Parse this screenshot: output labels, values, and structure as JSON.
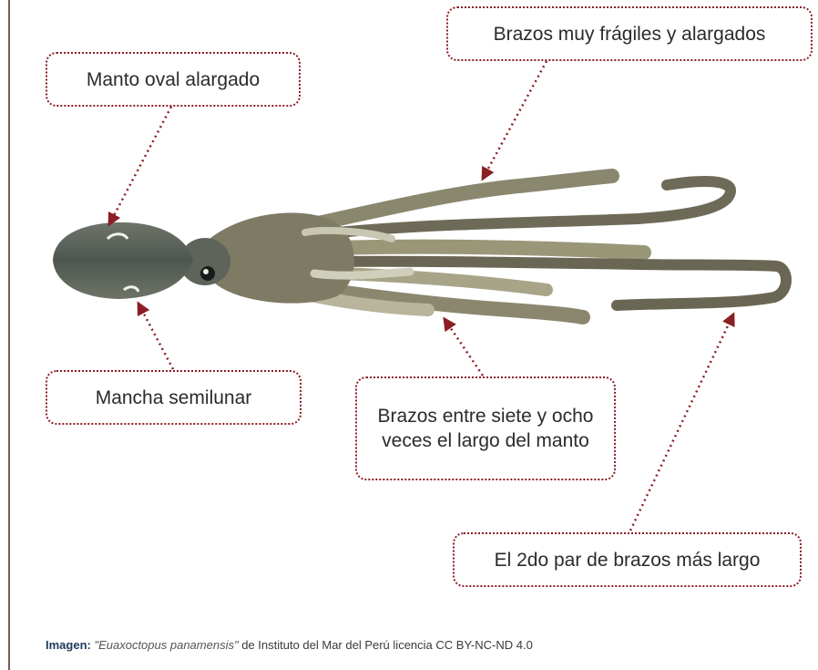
{
  "labels": {
    "mantle": "Manto oval alargado",
    "fragile_arms": "Brazos muy frágiles y alargados",
    "spot": "Mancha semilunar",
    "arm_length": "Brazos entre siete y ocho veces el largo del manto",
    "second_pair": "El 2do par de brazos más largo"
  },
  "credit": {
    "prefix": "Imagen:",
    "title": "\"Euaxoctopus panamensis\"",
    "middle": "de Instituto del Mar del Perú",
    "license": "licencia CC BY-NC-ND 4.0"
  },
  "colors": {
    "callout_border": "#8b1e24",
    "arrow": "#8b1e24",
    "credit_label": "#1f3a5a"
  },
  "image": {
    "subject": "octopus-specimen-photo"
  }
}
